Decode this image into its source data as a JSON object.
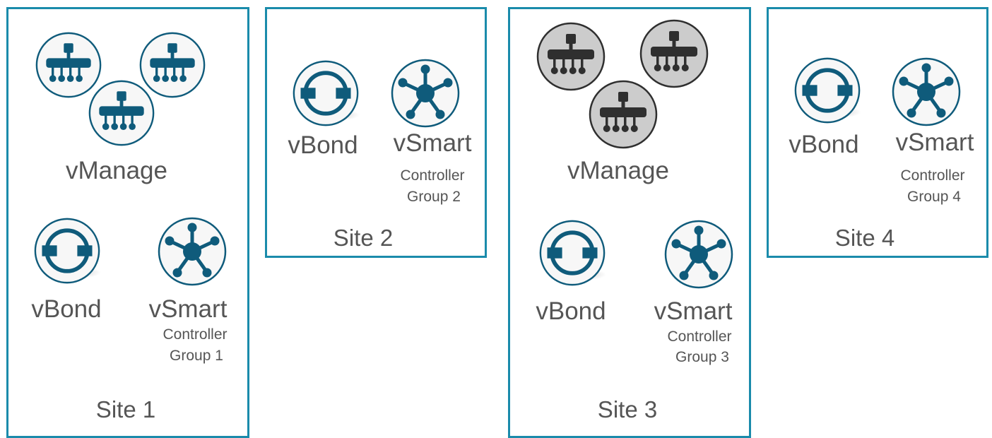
{
  "colors": {
    "border": "#1a8bab",
    "icon_primary": "#0f5b7b",
    "icon_standby": "#2f2f2f",
    "icon_standby_fill": "#cccccc",
    "text": "#555555"
  },
  "site1": {
    "vmanage_label": "vManage",
    "vbond_label": "vBond",
    "vsmart_label": "vSmart",
    "group_line1": "Controller",
    "group_line2": "Group 1",
    "site_label": "Site 1"
  },
  "site2": {
    "vbond_label": "vBond",
    "vsmart_label": "vSmart",
    "group_line1": "Controller",
    "group_line2": "Group 2",
    "site_label": "Site 2"
  },
  "site3": {
    "vmanage_label": "vManage",
    "vbond_label": "vBond",
    "vsmart_label": "vSmart",
    "group_line1": "Controller",
    "group_line2": "Group 3",
    "site_label": "Site 3"
  },
  "site4": {
    "vbond_label": "vBond",
    "vsmart_label": "vSmart",
    "group_line1": "Controller",
    "group_line2": "Group 4",
    "site_label": "Site 4"
  }
}
